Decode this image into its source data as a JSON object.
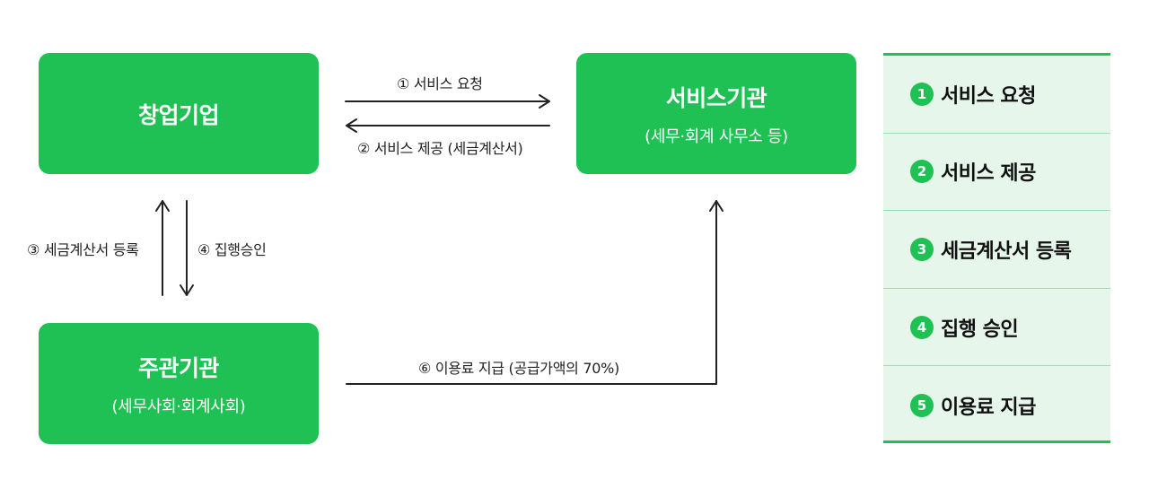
{
  "nodes": {
    "startup": {
      "title": "창업기업"
    },
    "service": {
      "title": "서비스기관",
      "subtitle": "(세무·회계 사무소 등)"
    },
    "host": {
      "title": "주관기관",
      "subtitle": "(세무사회·회계사회)"
    }
  },
  "edges": {
    "e1": "① 서비스 요청",
    "e2": "② 서비스 제공 (세금계산서)",
    "e3": "③ 세금계산서 등록",
    "e4": "④ 집행승인",
    "e6": "⑥ 이용료 지급 (공급가액의 70%)"
  },
  "legend": [
    {
      "num": "1",
      "label": "서비스 요청"
    },
    {
      "num": "2",
      "label": "서비스 제공"
    },
    {
      "num": "3",
      "label": "세금계산서 등록"
    },
    {
      "num": "4",
      "label": "집행 승인"
    },
    {
      "num": "5",
      "label": "이용료 지급"
    }
  ],
  "colors": {
    "accent": "#1fc154",
    "legend_bg": "#e6f6ea",
    "line": "#222222"
  }
}
